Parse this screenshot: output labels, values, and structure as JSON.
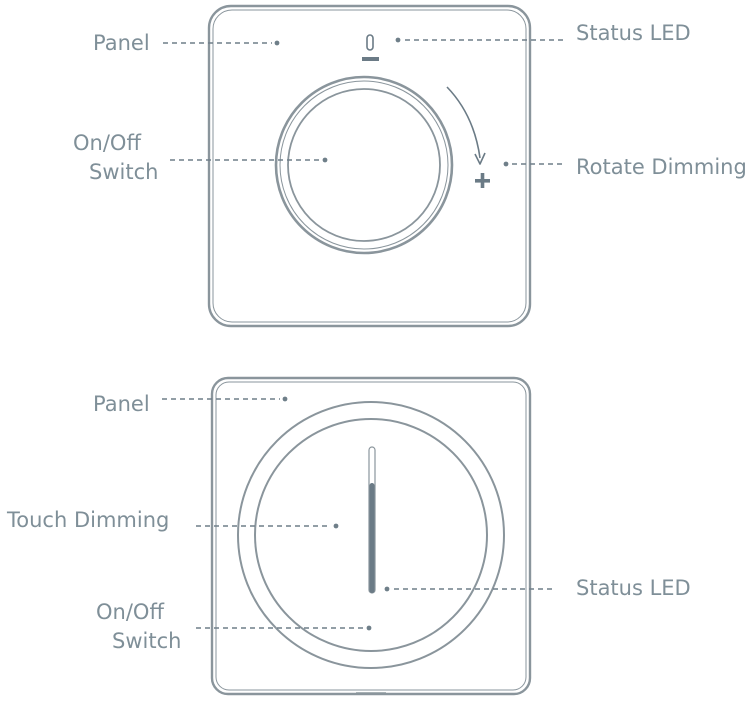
{
  "diagram": {
    "top_device": {
      "labels": {
        "panel": "Panel",
        "onoff_line1": "On/Off",
        "onoff_line2": "Switch",
        "status_led": "Status LED",
        "rotate_dimming": "Rotate Dimming"
      },
      "icons": {
        "minus": "minus-icon",
        "plus": "plus-icon",
        "rotate_arrow": "rotate-arrow-icon"
      }
    },
    "bottom_device": {
      "labels": {
        "panel": "Panel",
        "touch_dimming": "Touch Dimming",
        "onoff_line1": "On/Off",
        "onoff_line2": "Switch",
        "status_led": "Status LED"
      }
    },
    "colors": {
      "line": "#8a959c",
      "label_text": "#7f8f98",
      "led_bar": "#6b7b86"
    }
  }
}
